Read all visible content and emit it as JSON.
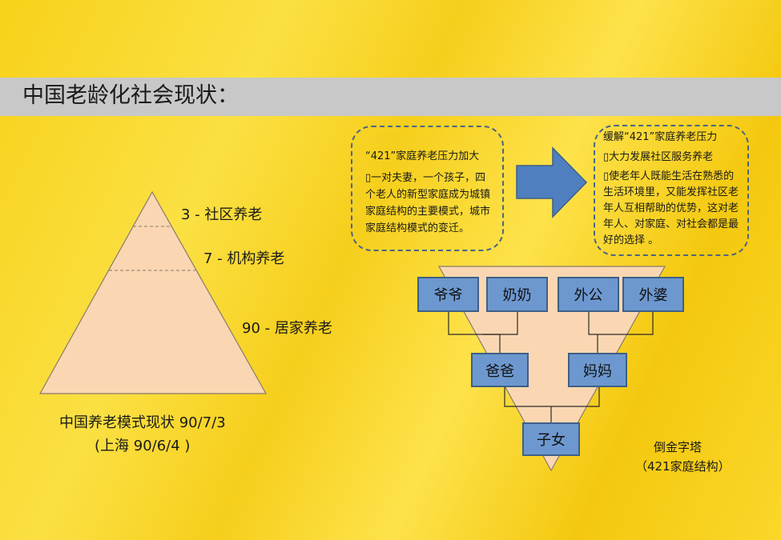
{
  "title": "中国老龄化社会现状：",
  "pyramid": {
    "levels": [
      {
        "label": "3 - 社区养老"
      },
      {
        "label": "7 - 机构养老"
      },
      {
        "label": "90 - 居家养老"
      }
    ],
    "caption_line1": "中国养老模式现状 90/7/3",
    "caption_line2": "(上海 90/6/4 )"
  },
  "box_left": {
    "heading": "“421”家庭养老压力加大",
    "bullet": "▯",
    "text": "一对夫妻，一个孩子，四个老人的新型家庭成为城镇家庭结构的主要模式，城市家庭结构模式的变迁。"
  },
  "box_right": {
    "heading": "缓解“421”家庭养老压力",
    "bullet": "▯",
    "item1": "大力发展社区服务养老",
    "item2": "使老年人既能生活在熟悉的生活环境里，又能发挥社区老年人互相帮助的优势，这对老年人、对家庭、对社会都是最好的选择 。"
  },
  "family_tree": {
    "grandparents": [
      "爷爷",
      "奶奶",
      "外公",
      "外婆"
    ],
    "parents": [
      "爸爸",
      "妈妈"
    ],
    "child": "子女",
    "caption_line1": "倒金字塔",
    "caption_line2": "（421家庭结构）"
  },
  "colors": {
    "title_bar": "#c8c8c8",
    "pyramid_fill": "#fad7b2",
    "node_fill": "#6d98cf",
    "arrow_fill": "#4f7fbf",
    "dash_border": "#4b6584"
  }
}
